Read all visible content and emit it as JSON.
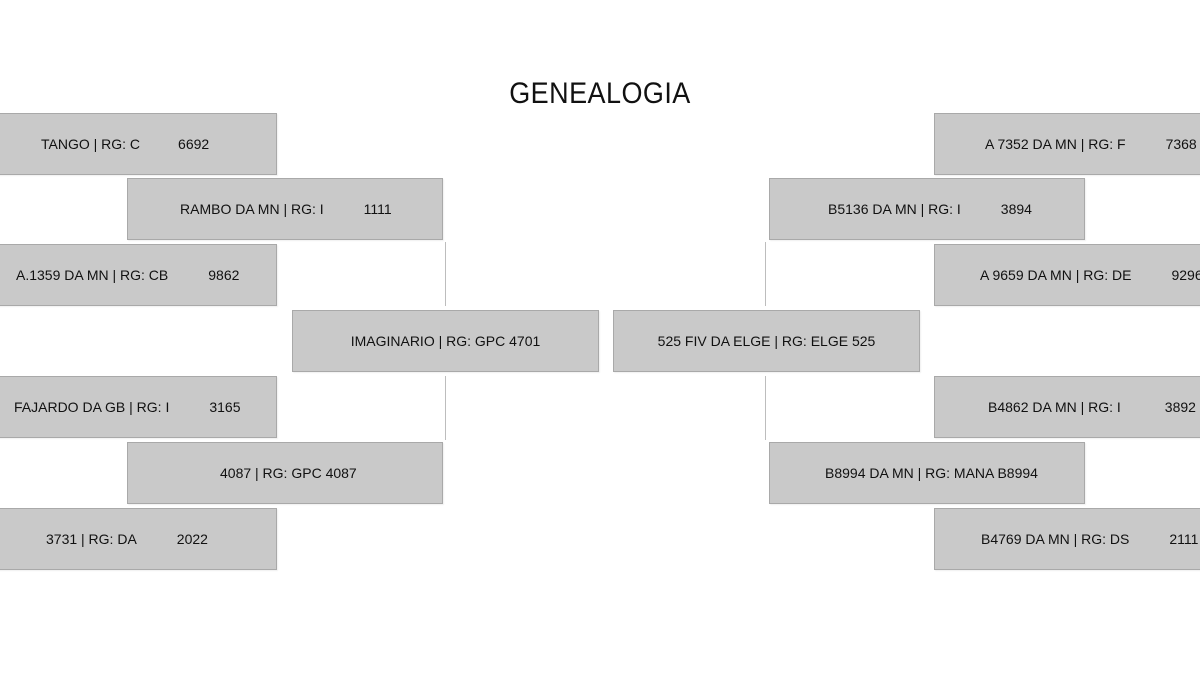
{
  "title": "GENEALOGIA",
  "colors": {
    "box_fill": "#c9c9c9",
    "box_border": "#a9a9a9",
    "connector": "#bdbdbd",
    "text": "#111111"
  },
  "sire": {
    "self": {
      "name": "IMAGINARIO | RG: GPC 4701",
      "num": ""
    },
    "father": {
      "name": "RAMBO DA MN | RG: I",
      "num": "1111"
    },
    "mother": {
      "name": "4087 | RG: GPC 4087",
      "num": ""
    },
    "paternal_grandfather": {
      "name": "TANGO | RG: C",
      "num": "6692"
    },
    "paternal_grandmother": {
      "name": "A.1359 DA MN | RG: CB",
      "num": "9862"
    },
    "maternal_grandfather": {
      "name": "FAJARDO DA GB | RG: I",
      "num": "3165"
    },
    "maternal_grandmother": {
      "name": "3731 | RG: DA",
      "num": "2022"
    }
  },
  "dam": {
    "self": {
      "name": "525 FIV DA ELGE | RG: ELGE 525",
      "num": ""
    },
    "father": {
      "name": "B5136 DA MN | RG: I",
      "num": "3894"
    },
    "mother": {
      "name": "B8994 DA MN | RG: MANA B8994",
      "num": ""
    },
    "paternal_grandfather": {
      "name": "A 7352 DA MN | RG: F",
      "num": "7368"
    },
    "paternal_grandmother": {
      "name": "A 9659 DA MN | RG: DE",
      "num": "9296"
    },
    "maternal_grandfather": {
      "name": "B4862 DA MN | RG: I",
      "num": "3892"
    },
    "maternal_grandmother": {
      "name": "B4769 DA MN | RG: DS",
      "num": "2111"
    }
  }
}
